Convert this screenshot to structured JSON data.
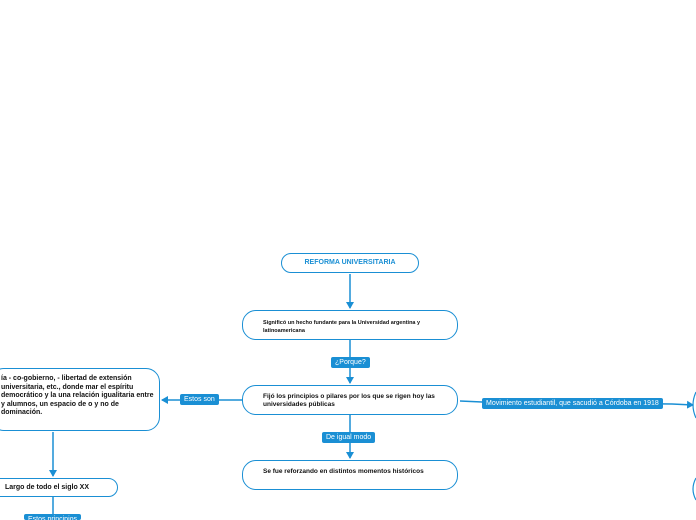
{
  "nodes": {
    "root": "REFORMA UNIVERSITARIA",
    "significo": "Significó un hecho fundante para la Universidad argentina y latinoamericana",
    "fijo": "Fijó los principios o pilares por los que se rigen hoy las universidades públicas",
    "reforzando": "Se fue reforzando en distintos momentos históricos",
    "pilares": "ía - co-gobierno, - libertad de extensión universitaria, etc., donde mar el espíritu democrático y la una relación igualitaria entre y alumnos, un espacio de o y no de dominación.",
    "largo": "Largo de todo el siglo XX"
  },
  "links": {
    "porque": "¿Porque?",
    "de_igual_modo": "De igual modo",
    "estos_son": "Estos son",
    "movimiento": "Movimiento estudiantil, que sacudió a Córdoba en 1918",
    "cut_tag": "Estos principios"
  },
  "colors": {
    "accent": "#1a8fd4",
    "text": "#111111",
    "node_bg": "#ffffff"
  }
}
